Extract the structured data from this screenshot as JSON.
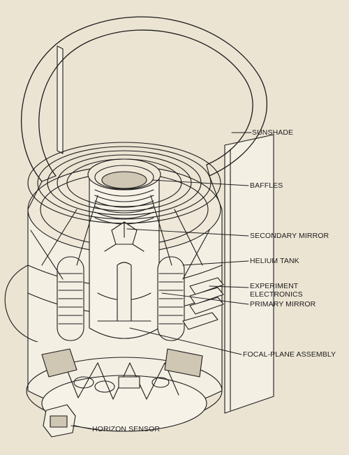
{
  "labels": {
    "sunshade": "SUNSHADE",
    "baffles": "BAFFLES",
    "secondary_mirror": "SECONDARY MIRROR",
    "helium_tank": "HELIUM TANK",
    "experiment_electronics_1": "EXPERIMENT",
    "experiment_electronics_2": "ELECTRONICS",
    "primary_mirror": "PRIMARY MIRROR",
    "focal_plane_assembly": "FOCAL-PLANE ASSEMBLY",
    "horizon_sensor": "HORIZON SENSOR"
  },
  "colors": {
    "background": "#ece4d3",
    "ink": "#1c1c1c",
    "fill_light": "#f4efe3",
    "fill_dark": "#cfc6b3"
  }
}
